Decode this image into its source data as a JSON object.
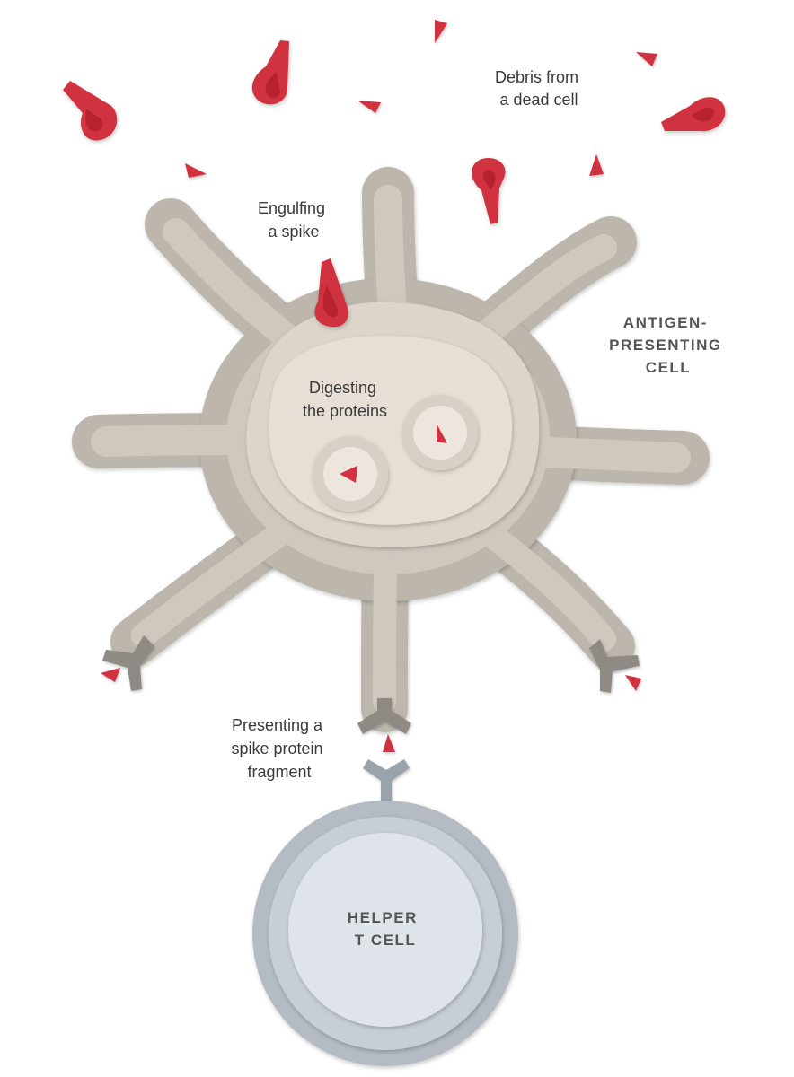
{
  "labels": {
    "debris": [
      "Debris from",
      "a dead cell"
    ],
    "engulfing": [
      "Engulfing",
      "a spike"
    ],
    "apc": [
      "ANTIGEN-",
      "PRESENTING",
      "CELL"
    ],
    "digesting": [
      "Digesting",
      "the proteins"
    ],
    "presenting": [
      "Presenting a",
      "spike protein",
      "fragment"
    ],
    "helper": [
      "HELPER",
      "T CELL"
    ]
  },
  "colors": {
    "spike_red": "#d1323f",
    "spike_inner": "#b8222f",
    "apc_outer": "#bcb6ad",
    "apc_mid": "#cfc8bf",
    "apc_inner": "#ddd5cb",
    "apc_core": "#e7dfd5",
    "receptor": "#8f8a84",
    "tcell_outer": "#b4bbc3",
    "tcell_mid": "#c7ced5",
    "tcell_inner": "#dfe4ea"
  }
}
